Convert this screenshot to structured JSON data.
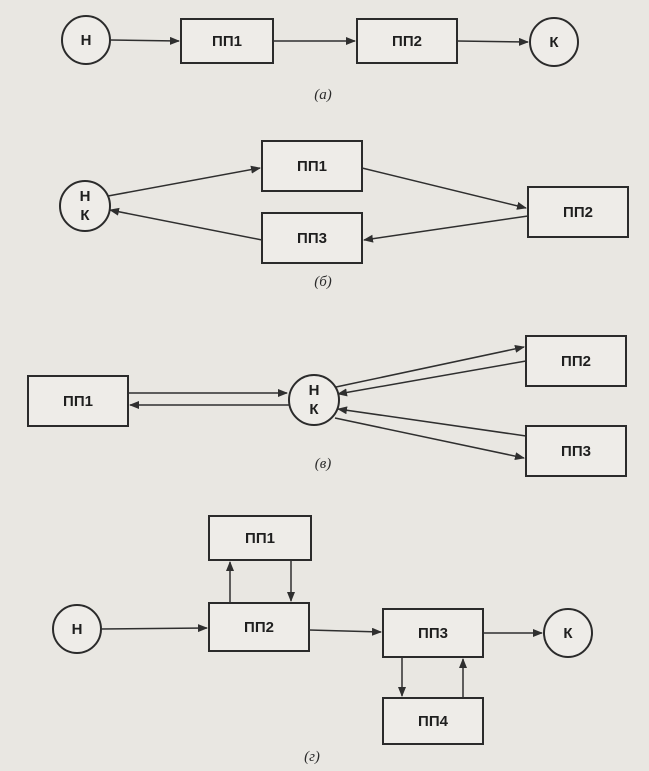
{
  "diagrams": {
    "a": {
      "caption": "(а)",
      "start_label": "Н",
      "end_label": "К",
      "boxes": [
        "ПП1",
        "ПП2"
      ]
    },
    "b": {
      "caption": "(б)",
      "hub_top": "Н",
      "hub_bottom": "К",
      "boxes": [
        "ПП1",
        "ПП2",
        "ПП3"
      ]
    },
    "v": {
      "caption": "(в)",
      "hub_top": "Н",
      "hub_bottom": "К",
      "boxes": [
        "ПП1",
        "ПП2",
        "ПП3"
      ]
    },
    "g": {
      "caption": "(г)",
      "start_label": "Н",
      "end_label": "К",
      "boxes": [
        "ПП1",
        "ПП2",
        "ПП3",
        "ПП4"
      ]
    }
  }
}
